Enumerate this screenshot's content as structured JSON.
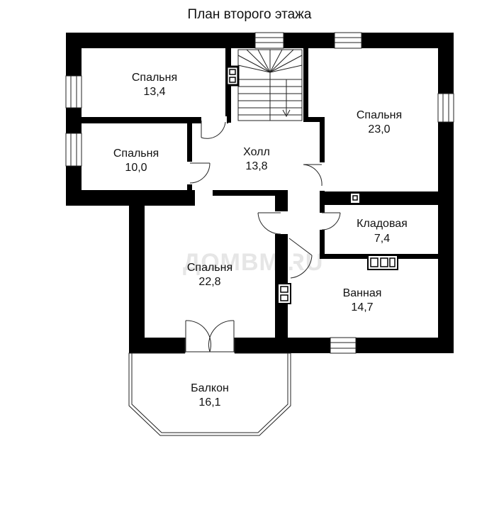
{
  "title": "План второго этажа",
  "watermark": "ДОМВМ.RU",
  "rooms": [
    {
      "id": "bedroom-nw",
      "name": "Спальня",
      "area": "13,4"
    },
    {
      "id": "bedroom-w",
      "name": "Спальня",
      "area": "10,0"
    },
    {
      "id": "hall",
      "name": "Холл",
      "area": "13,8"
    },
    {
      "id": "bedroom-ne",
      "name": "Спальня",
      "area": "23,0"
    },
    {
      "id": "storage",
      "name": "Кладовая",
      "area": "7,4"
    },
    {
      "id": "bedroom-sw",
      "name": "Спальня",
      "area": "22,8"
    },
    {
      "id": "bathroom",
      "name": "Ванная",
      "area": "14,7"
    },
    {
      "id": "balcony",
      "name": "Балкон",
      "area": "16,1"
    }
  ],
  "colors": {
    "wall": "#000000",
    "background": "#ffffff",
    "line": "#222222",
    "watermark": "#e6e6e6"
  }
}
